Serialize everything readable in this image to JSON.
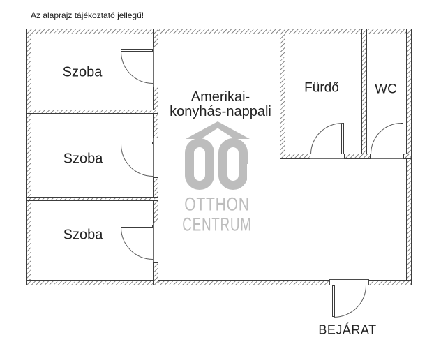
{
  "disclaimer": "Az alaprajz tájékoztató jellegű!",
  "labels": {
    "szoba1": "Szoba",
    "szoba2": "Szoba",
    "szoba3": "Szoba",
    "living_line1": "Amerikai-",
    "living_line2": "konyhás-nappali",
    "bathroom": "Fürdő",
    "wc": "WC",
    "entrance": "BEJÁRAT"
  },
  "watermark": {
    "monogram": "OC",
    "line1": "OTTHON",
    "line2": "CENTRUM",
    "color": "#bdbdbd"
  },
  "colors": {
    "background": "#ffffff",
    "wall_outline": "#3c3c3c",
    "wall_hatch": "#8c8c8c",
    "text": "#222222"
  }
}
